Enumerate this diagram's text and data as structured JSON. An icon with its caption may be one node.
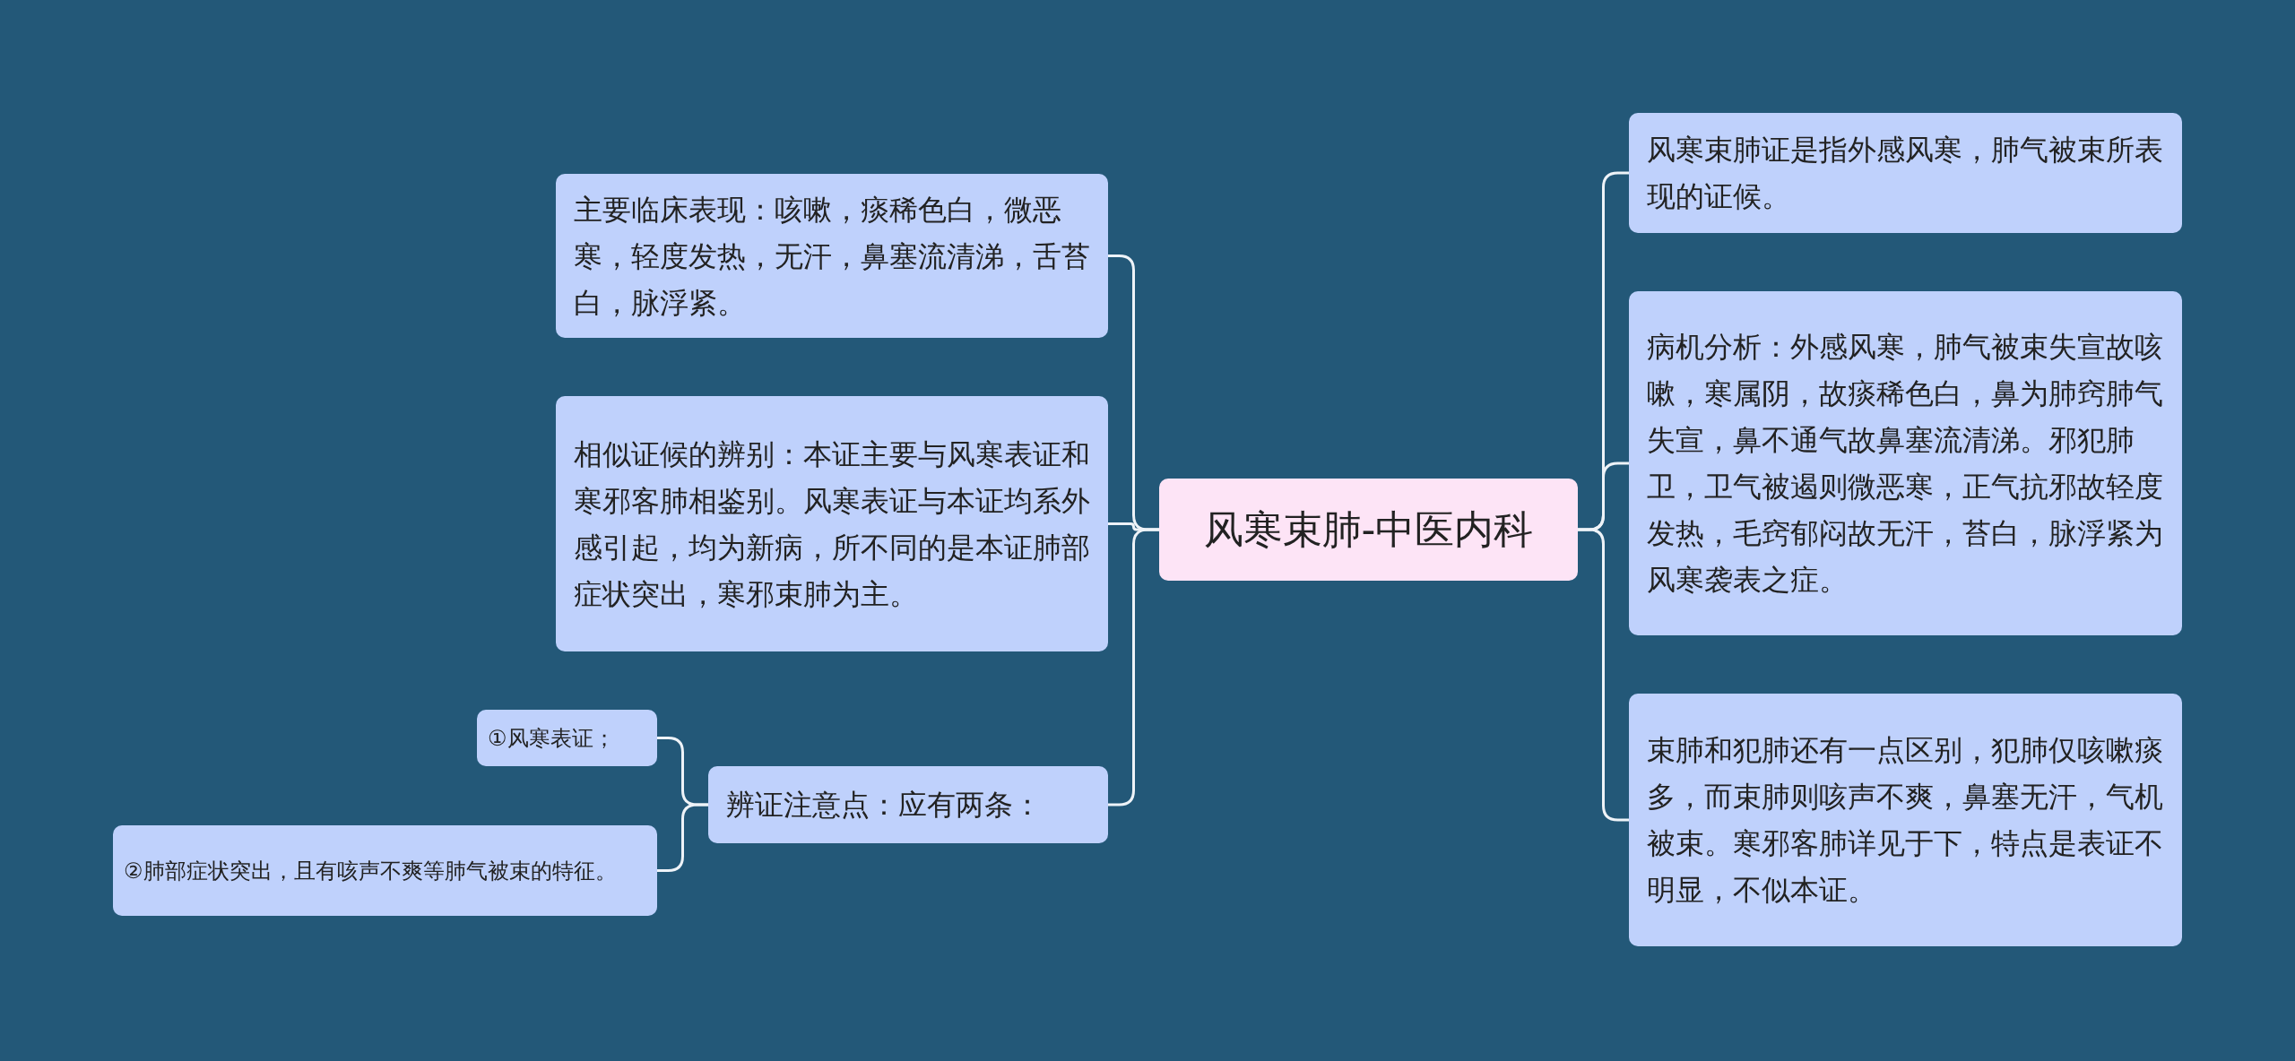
{
  "diagram": {
    "nodes": [
      {
        "text": [
          "风寒束肺-中医内科"
        ]
      },
      {
        "text": [
          "主要临床表现：咳嗽，痰稀色白，微恶寒，轻度发热，无汗，鼻塞流清涕，舌苔白，脉浮紧。"
        ]
      },
      {
        "text": [
          "相似证候的辨别：本证主要与风寒表证和寒邪客肺相鉴别。风寒表证与本证均系外感引起，均为新病，所不同的是本证肺部症状突出，寒邪束肺为主。"
        ]
      },
      {
        "text": [
          "辨证注意点：应有两条："
        ]
      },
      {
        "text": [
          "①风寒表证；"
        ]
      },
      {
        "text": [
          "②肺部症状突出，且有咳声不爽等肺气被束的特征。"
        ]
      },
      {
        "text": [
          "风寒束肺证是指外感风寒，肺气被束所表现的证候。"
        ]
      },
      {
        "text": [
          "病机分析：外感风寒，肺气被束失宣故咳嗽，寒属阴，故痰稀色白，鼻为肺窍肺气失宣，鼻不通气故鼻塞流清涕。邪犯肺卫，卫气被遏则微恶寒，正气抗邪故轻度发热，毛窍郁闷故无汗，苔白，脉浮紧为风寒袭表之症。"
        ]
      },
      {
        "text": [
          "束肺和犯肺还有一点区别，犯肺仅咳嗽痰多，而束肺则咳声不爽，鼻塞无汗，气机被束。寒邪客肺详见于下，特点是表证不明显，不似本证。"
        ]
      }
    ],
    "edges": [
      {
        "from": 0,
        "to": 1,
        "arrow": "none"
      },
      {
        "from": 0,
        "to": 2,
        "arrow": "none"
      },
      {
        "from": 0,
        "to": 3,
        "arrow": "none"
      },
      {
        "from": 3,
        "to": 4,
        "arrow": "none"
      },
      {
        "from": 3,
        "to": 5,
        "arrow": "none"
      },
      {
        "from": 0,
        "to": 6,
        "arrow": "none"
      },
      {
        "from": 0,
        "to": 7,
        "arrow": "none"
      },
      {
        "from": 0,
        "to": 8,
        "arrow": "none"
      }
    ]
  }
}
